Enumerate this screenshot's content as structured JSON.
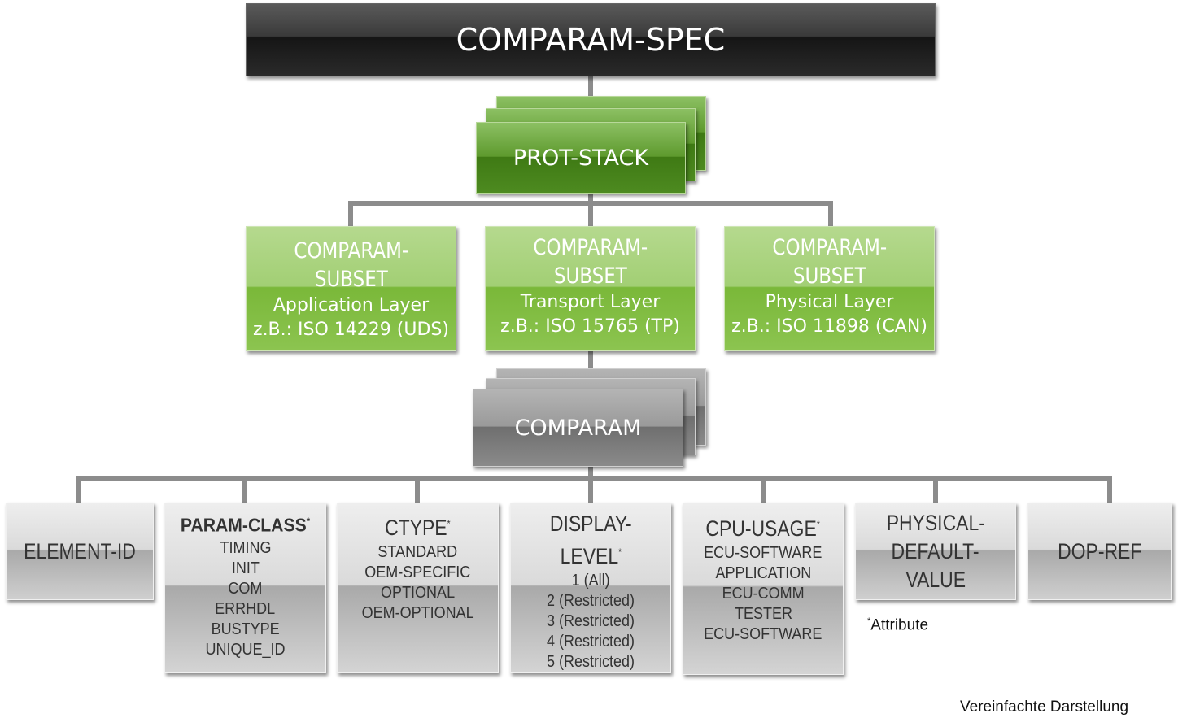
{
  "root": {
    "title": "COMPARAM-SPEC"
  },
  "prot_stack": {
    "title": "PROT-STACK"
  },
  "subsets": [
    {
      "title_1": "COMPARAM-",
      "title_2": "SUBSET",
      "layer": "Application Layer",
      "example": "z.B.: ISO 14229  (UDS)"
    },
    {
      "title_1": "COMPARAM-",
      "title_2": "SUBSET",
      "layer": "Transport Layer",
      "example": "z.B.: ISO 15765  (TP)"
    },
    {
      "title_1": "COMPARAM-",
      "title_2": "SUBSET",
      "layer": "Physical Layer",
      "example": "z.B.: ISO 11898  (CAN)"
    }
  ],
  "comparam": {
    "title": "COMPARAM"
  },
  "leaves": {
    "element_id": {
      "title": "ELEMENT-ID"
    },
    "param_class": {
      "title": "PARAM-CLASS",
      "mark": "*",
      "items": [
        "TIMING",
        "INIT",
        "COM",
        "ERRHDL",
        "BUSTYPE",
        "UNIQUE_ID"
      ]
    },
    "ctype": {
      "title": "CTYPE",
      "mark": "*",
      "items": [
        "STANDARD",
        "OEM-SPECIFIC",
        "OPTIONAL",
        "OEM-OPTIONAL"
      ]
    },
    "display_level": {
      "title_1": "DISPLAY-",
      "title_2": "LEVEL",
      "mark": "*",
      "items": [
        "1 (All)",
        "2 (Restricted)",
        "3 (Restricted)",
        "4 (Restricted)",
        "5 (Restricted)"
      ]
    },
    "cpu_usage": {
      "title": "CPU-USAGE",
      "mark": "*",
      "items": [
        "ECU-SOFTWARE",
        "APPLICATION",
        "ECU-COMM",
        "TESTER",
        "ECU-SOFTWARE"
      ]
    },
    "physical_default_value": {
      "title_1": "PHYSICAL-",
      "title_2": "DEFAULT-",
      "title_3": "VALUE"
    },
    "dop_ref": {
      "title": "DOP-REF"
    }
  },
  "footnote": {
    "mark": "*",
    "text": "Attribute"
  },
  "caption": "Vereinfachte Darstellung"
}
